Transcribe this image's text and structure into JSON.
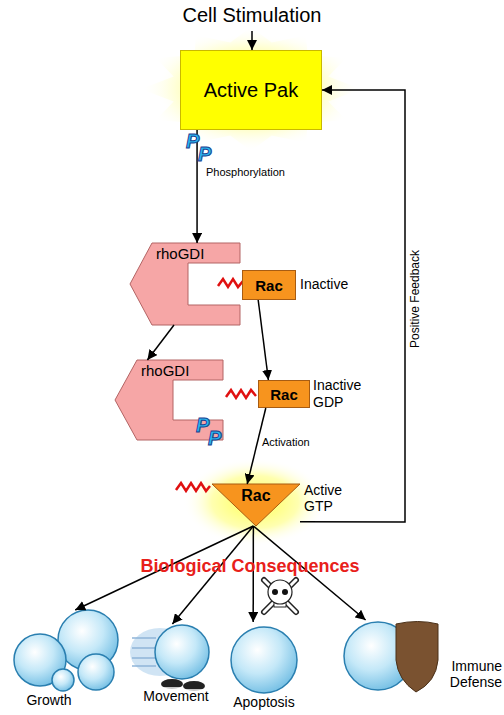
{
  "diagram": {
    "nodes": [
      {
        "text": [
          "Active Pak"
        ]
      },
      {
        "text": [
          "rhoGDI"
        ]
      },
      {
        "text": [
          "Rac",
          "Inactive"
        ]
      },
      {
        "text": [
          "rhoGDI"
        ]
      },
      {
        "text": [
          "Rac",
          "Inactive GDP"
        ]
      },
      {
        "text": [
          "Rac",
          "Active GTP"
        ]
      },
      {
        "text": [
          "Growth"
        ]
      },
      {
        "text": [
          "Movement"
        ]
      },
      {
        "text": [
          "Apoptosis"
        ]
      },
      {
        "text": [
          "Immune Defense"
        ]
      }
    ],
    "edges": [
      {
        "from": 0,
        "to": 1,
        "arrow": "to",
        "label": "Phosphorylation"
      },
      {
        "from": 1,
        "to": 3,
        "arrow": "to"
      },
      {
        "from": 2,
        "to": 4,
        "arrow": "to"
      },
      {
        "from": 4,
        "to": 5,
        "arrow": "to",
        "label": "Activation"
      },
      {
        "from": 5,
        "to": 0,
        "arrow": "to",
        "label": "Positive Feedback"
      },
      {
        "from": 5,
        "to": 6,
        "arrow": "to"
      },
      {
        "from": 5,
        "to": 7,
        "arrow": "to"
      },
      {
        "from": 5,
        "to": 8,
        "arrow": "to"
      },
      {
        "from": 5,
        "to": 9,
        "arrow": "to"
      }
    ],
    "labels": [
      "Cell Stimulation",
      "P",
      "P",
      "Biological Consequences",
      "P",
      "P"
    ]
  }
}
